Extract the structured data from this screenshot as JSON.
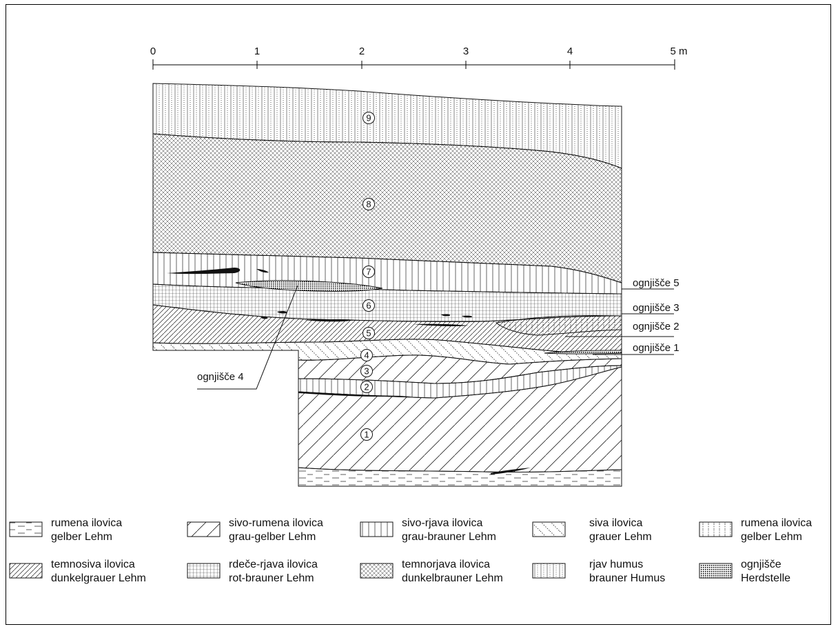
{
  "scale": {
    "ticks": [
      "0",
      "1",
      "2",
      "3",
      "4",
      "5 m"
    ]
  },
  "layer_numbers": [
    "1",
    "2",
    "3",
    "4",
    "5",
    "6",
    "7",
    "8",
    "9"
  ],
  "hearths": {
    "h5": "ognjišče 5",
    "h3": "ognjišče 3",
    "h2": "ognjišče 2",
    "h1": "ognjišče 1",
    "h4": "ognjišče 4"
  },
  "legend": [
    {
      "pattern": "dash",
      "line1": "rumena ilovica",
      "line2": "gelber Lehm"
    },
    {
      "pattern": "diag-wide",
      "line1": "sivo-rumena ilovica",
      "line2": "grau-gelber Lehm"
    },
    {
      "pattern": "vert",
      "line1": "sivo-rjava ilovica",
      "line2": "grau-brauner Lehm"
    },
    {
      "pattern": "dot-diag",
      "line1": "siva ilovica",
      "line2": "grauer Lehm"
    },
    {
      "pattern": "dot-vert",
      "line1": "rumena ilovica",
      "line2": "gelber Lehm"
    },
    {
      "pattern": "diag-dense",
      "line1": "temnosiva ilovica",
      "line2": "dunkelgrauer Lehm"
    },
    {
      "pattern": "grid",
      "line1": "rdeče-rjava ilovica",
      "line2": "rot-brauner Lehm"
    },
    {
      "pattern": "cross",
      "line1": "temnorjava ilovica",
      "line2": "dunkelbrauner Lehm"
    },
    {
      "pattern": "humus",
      "line1": "rjav humus",
      "line2": "brauner Humus"
    },
    {
      "pattern": "hearth",
      "line1": "ognjišče",
      "line2": "Herdstelle"
    }
  ]
}
